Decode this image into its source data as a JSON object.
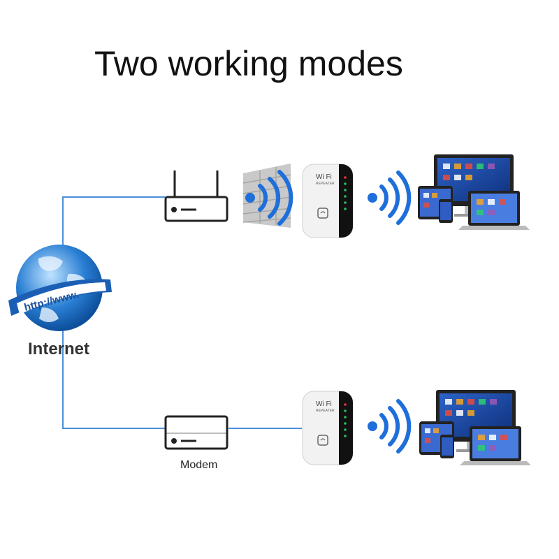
{
  "title": "Two working modes",
  "internet": {
    "label": "Internet",
    "url_text": "http://www."
  },
  "modem": {
    "label": "Modem"
  },
  "repeater": {
    "brand_text": "Wi Fi",
    "sub_text": "REPEATER"
  },
  "colors": {
    "line": "#4a90d9",
    "signal": "#1e6fd9",
    "globe": "#2a7fd4"
  },
  "icons": [
    "router-icon",
    "wall-icon",
    "wifi-signal-icon",
    "repeater-icon",
    "devices-icon",
    "modem-icon",
    "globe-icon"
  ]
}
